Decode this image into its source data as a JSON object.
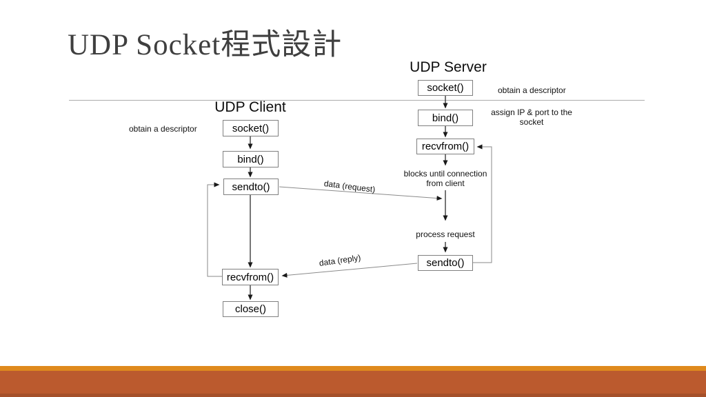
{
  "slide": {
    "title": "UDP Socket程式設計",
    "colors": {
      "title_text": "#3f3f3f",
      "divider": "#ababab",
      "node_border": "#7f7f7f",
      "flow_line": "#1a1a1a",
      "connector_line": "#8a8a8a",
      "bottom_gold_bar": "#df8a1d",
      "bottom_rust_bar": "#bb5a2e",
      "bottom_rust_dark": "#a5502a"
    }
  },
  "client": {
    "title": "UDP Client",
    "steps": {
      "socket": "socket()",
      "bind": "bind()",
      "sendto": "sendto()",
      "recvfrom": "recvfrom()",
      "close": "close()"
    },
    "notes": {
      "obtain": "obtain a descriptor"
    }
  },
  "server": {
    "title": "UDP Server",
    "steps": {
      "socket": "socket()",
      "bind": "bind()",
      "recvfrom": "recvfrom()",
      "sendto": "sendto()"
    },
    "notes": {
      "obtain": "obtain a descriptor",
      "assign": "assign IP & port to the socket",
      "blocks": "blocks until connection from client",
      "process": "process request"
    }
  },
  "messages": {
    "request": "data (request)",
    "reply": "data (reply)"
  }
}
